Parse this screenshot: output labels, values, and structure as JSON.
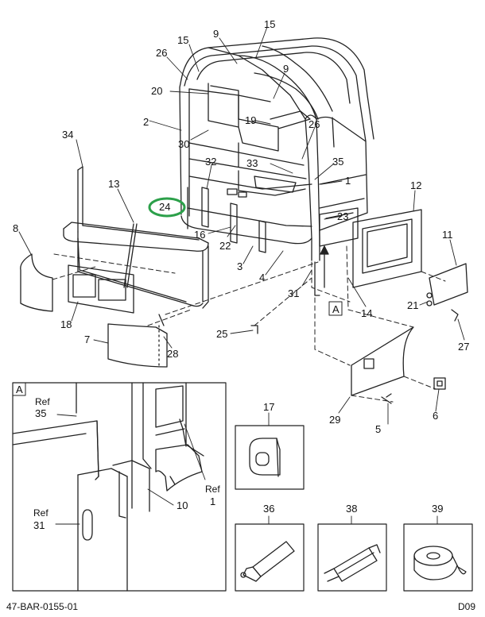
{
  "callouts": [
    "15",
    "15",
    "9",
    "9",
    "26",
    "26",
    "20",
    "19",
    "2",
    "30",
    "32",
    "33",
    "35",
    "1",
    "34",
    "13",
    "24",
    "12",
    "23",
    "11",
    "8",
    "16",
    "22",
    "3",
    "4",
    "31",
    "14",
    "21",
    "27",
    "18",
    "7",
    "28",
    "25",
    "29",
    "6",
    "5",
    "17",
    "36",
    "38",
    "39",
    "10"
  ],
  "view_a_marker": "A",
  "detail": {
    "label": "A",
    "ref35": [
      "Ref",
      "35"
    ],
    "ref1": [
      "Ref",
      "1"
    ],
    "ref31": [
      "Ref",
      "31"
    ],
    "callout10": "10"
  },
  "highlight_color": "#2ca04a",
  "footer": {
    "left": "47-BAR-0155-01",
    "right": "D09"
  }
}
